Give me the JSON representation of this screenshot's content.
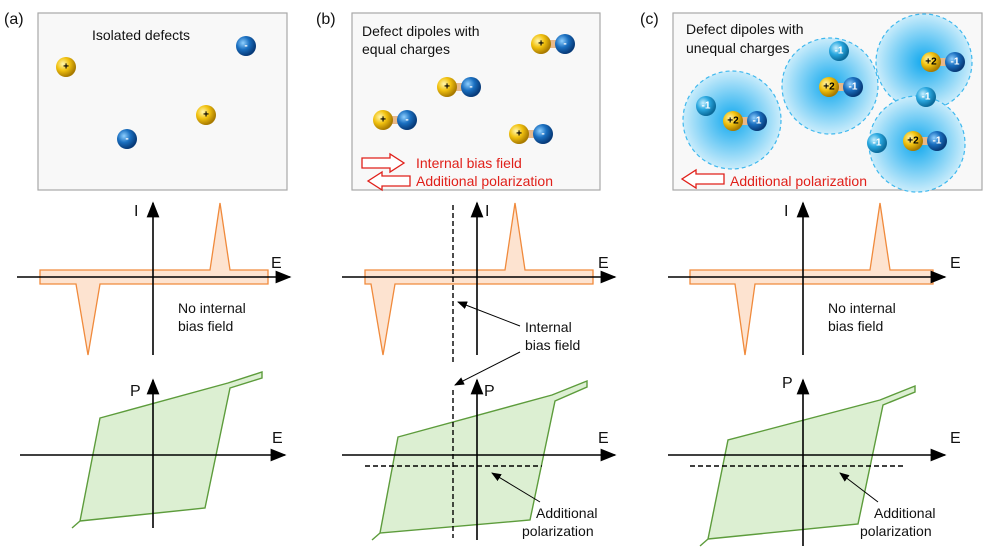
{
  "panels": [
    {
      "label": "(a)",
      "title": "Isolated defects",
      "i_note": [
        "No internal",
        "bias field"
      ]
    },
    {
      "label": "(b)",
      "title": [
        "Defect dipoles with",
        "equal charges"
      ],
      "arrow_right": "Internal bias field",
      "arrow_left": "Additional  polarization",
      "i_note": [
        "Internal",
        "bias field"
      ],
      "p_note": [
        "Additional",
        "polarization"
      ]
    },
    {
      "label": "(c)",
      "title": [
        "Defect dipoles with",
        "unequal charges"
      ],
      "arrow_left": "Additional polarization",
      "i_note": [
        "No internal",
        "bias field"
      ],
      "p_note": [
        "Additional",
        "polarization"
      ]
    }
  ],
  "axes": {
    "current": "I",
    "field": "E",
    "polarization": "P"
  },
  "charges": {
    "plus": "+",
    "minus": "-",
    "plus2": "+2",
    "minus1": "-1"
  },
  "colors": {
    "current_curve": "#f08a3c",
    "hysteresis": "#5d9c3c",
    "annotation": "#e0201a",
    "positive_defect": "#f2c20f",
    "negative_defect": "#1a6fc0",
    "cloud": "#3fc0f0"
  }
}
